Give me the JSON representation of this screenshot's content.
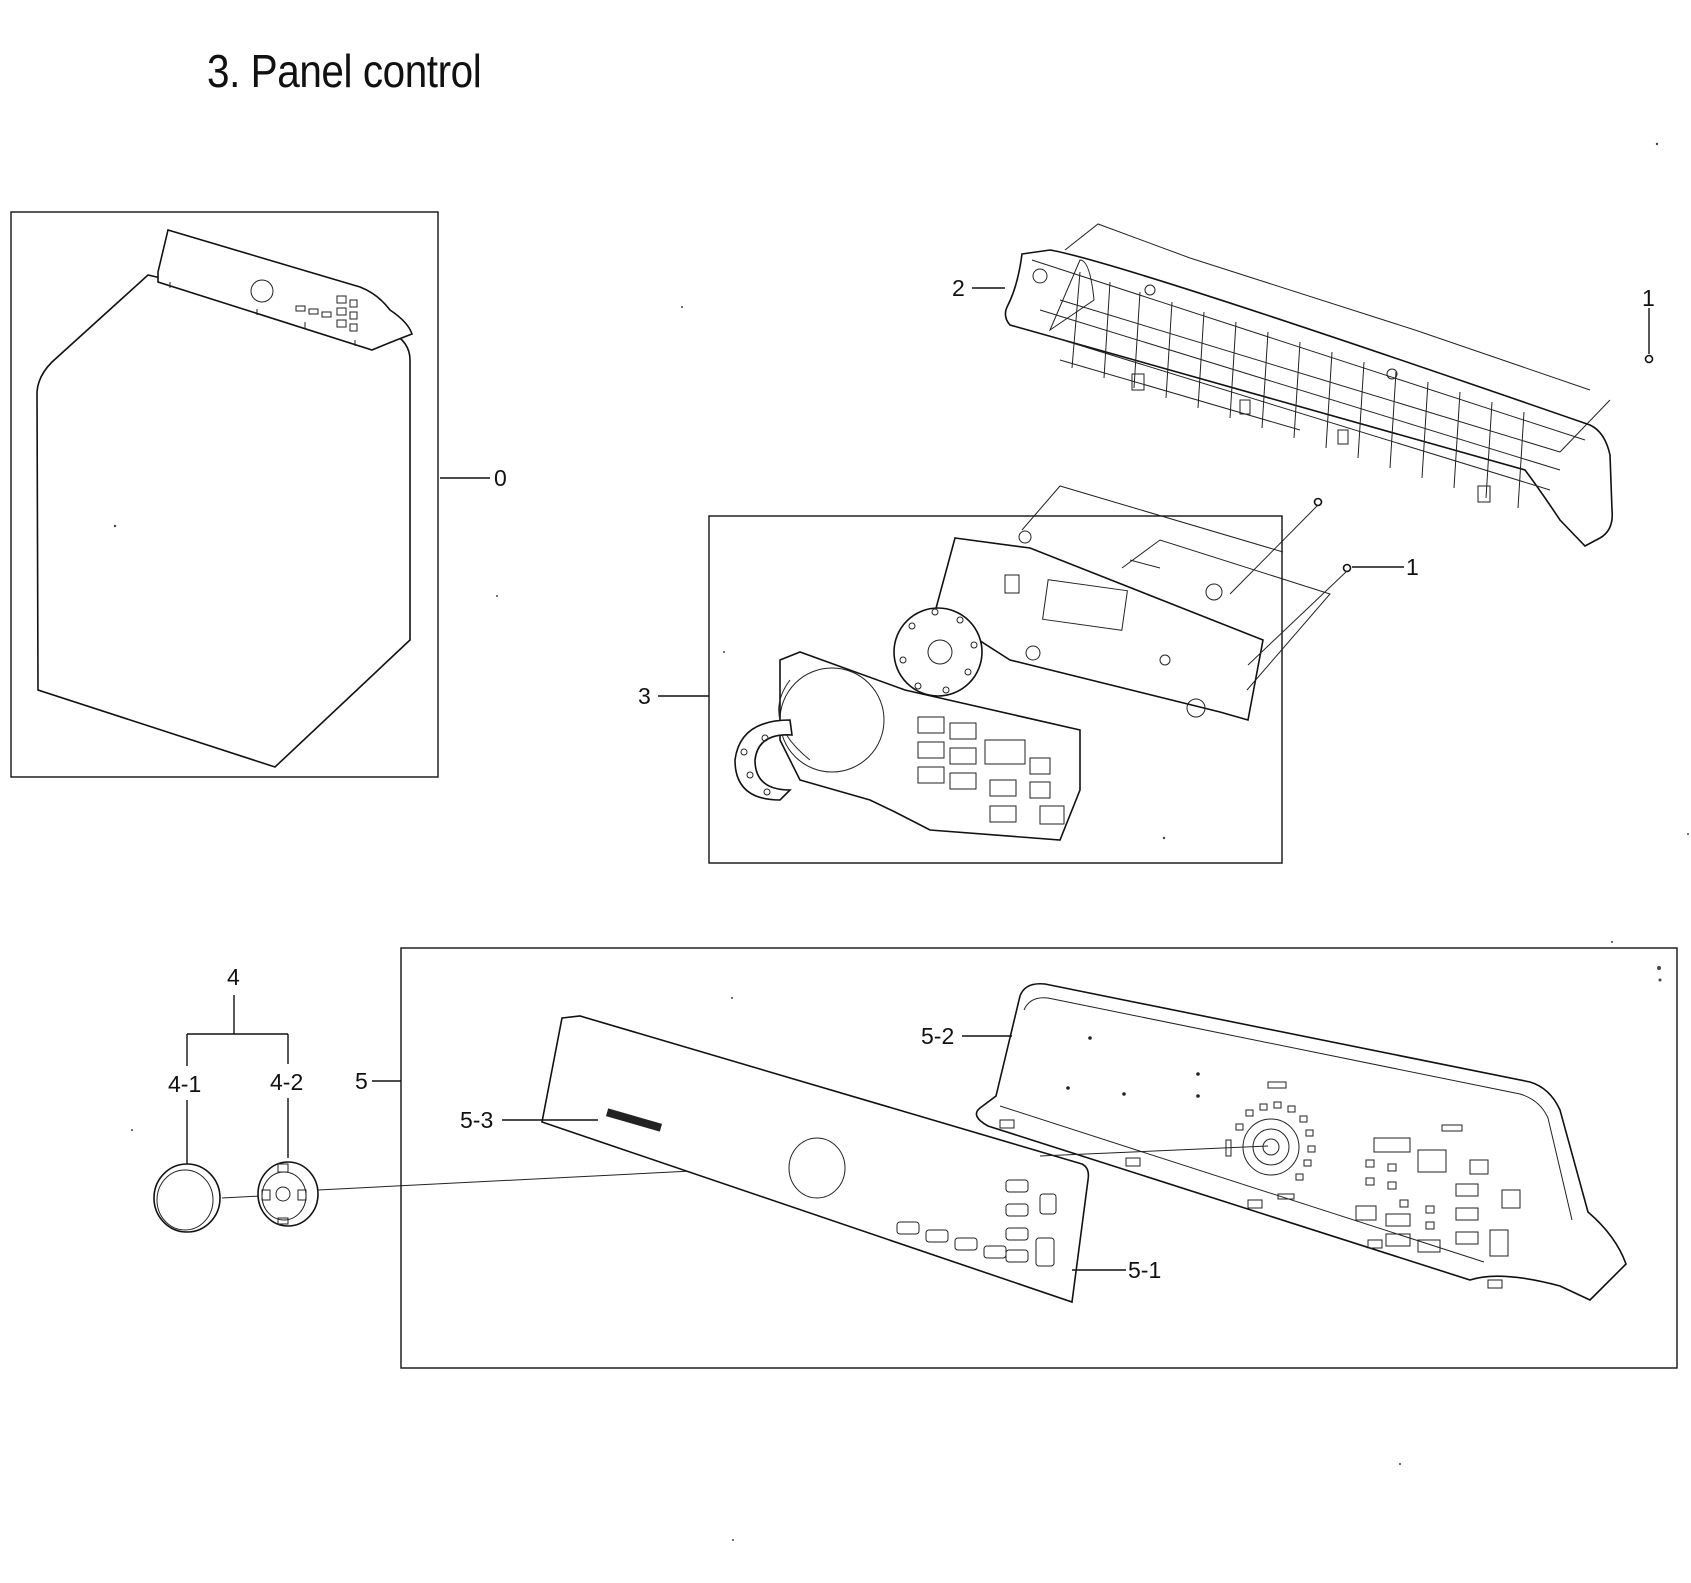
{
  "title": "3. Panel control",
  "callouts": {
    "c0": "0",
    "c1_top": "1",
    "c1_mid": "1",
    "c2": "2",
    "c3": "3",
    "c4": "4",
    "c4_1": "4-1",
    "c4_2": "4-2",
    "c5": "5",
    "c5_1": "5-1",
    "c5_2": "5-2",
    "c5_3": "5-3"
  },
  "parts": [
    {
      "ref": "0",
      "icon": "washer-cabinet-icon"
    },
    {
      "ref": "1",
      "icon": "screw-icon"
    },
    {
      "ref": "2",
      "icon": "panel-frame-icon"
    },
    {
      "ref": "3",
      "icon": "pcb-assembly-icon"
    },
    {
      "ref": "4",
      "icon": "knob-assembly-icon"
    },
    {
      "ref": "4-1",
      "icon": "knob-cap-icon"
    },
    {
      "ref": "4-2",
      "icon": "knob-base-icon"
    },
    {
      "ref": "5",
      "icon": "control-panel-assembly-icon"
    },
    {
      "ref": "5-1",
      "icon": "panel-overlay-icon"
    },
    {
      "ref": "5-2",
      "icon": "panel-housing-icon"
    },
    {
      "ref": "5-3",
      "icon": "logo-badge-icon"
    }
  ],
  "colors": {
    "line": "#111111",
    "background": "#ffffff"
  }
}
